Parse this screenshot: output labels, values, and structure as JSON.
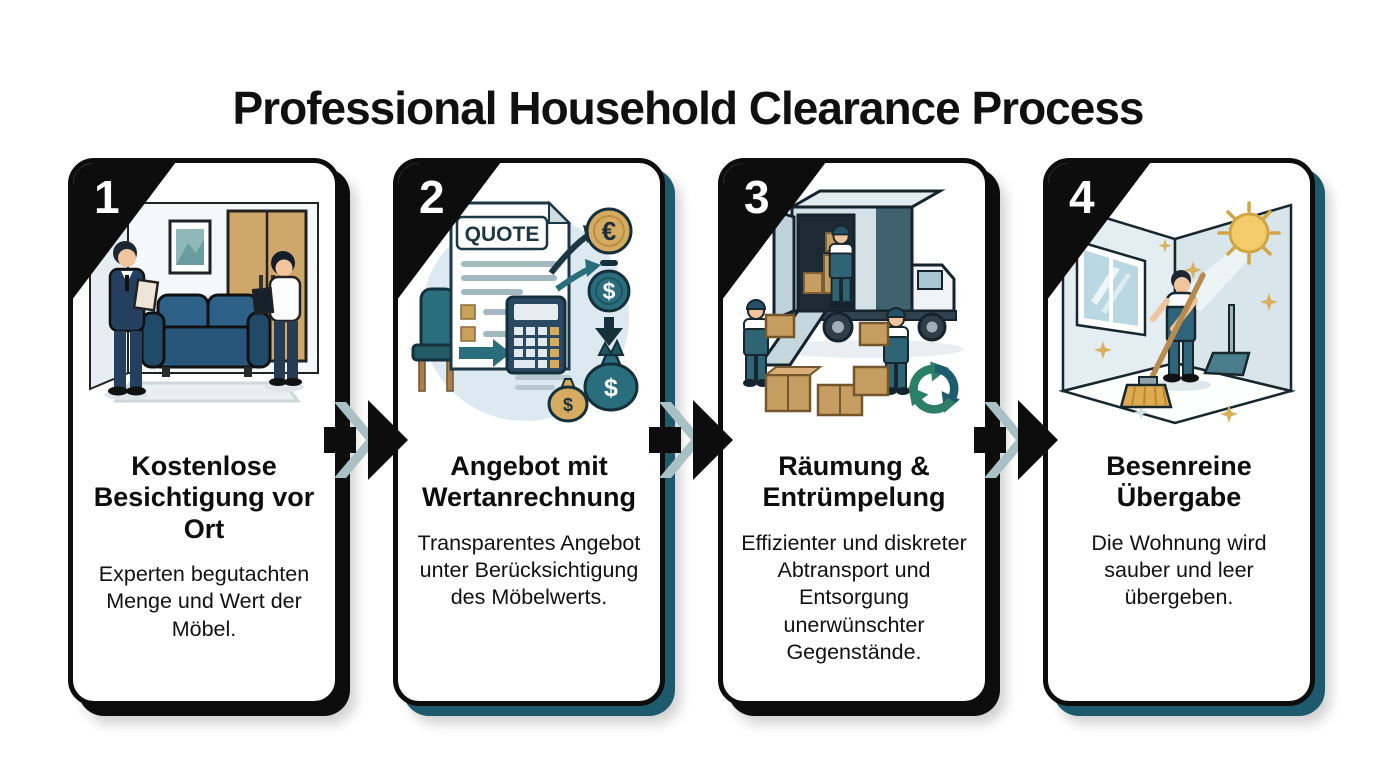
{
  "title": "Professional Household Clearance Process",
  "colors": {
    "black": "#0D0D0D",
    "accent_teal": "#1E5A6E",
    "arrow_accent": "#A9C0C4",
    "gold": "#D4AB61"
  },
  "symbols": {
    "quote_label": "QUOTE",
    "euro": "€",
    "dollar": "$"
  },
  "steps": [
    {
      "number": "1",
      "heading": "Kostenlose Besichtigung vor Ort",
      "body": "Experten begutachten Menge und Wert der Möbel.",
      "illustration": "two-experts-inspecting-living-room",
      "shadow": "black"
    },
    {
      "number": "2",
      "heading": "Angebot mit Wertanrechnung",
      "body": "Transparentes Angebot unter Berücksichtigung des Möbelwerts.",
      "illustration": "quote-document-calculator-money",
      "shadow": "teal"
    },
    {
      "number": "3",
      "heading": "Räumung & Entrümpelung",
      "body": "Effizienter und diskreter Abtransport und Entsorgung unerwünschter Gegenstände.",
      "illustration": "movers-loading-truck-recycling",
      "shadow": "black"
    },
    {
      "number": "4",
      "heading": "Besenreine Übergabe",
      "body": "Die Wohnung wird sauber und leer übergeben.",
      "illustration": "sweeping-empty-room-handover",
      "shadow": "teal"
    }
  ]
}
